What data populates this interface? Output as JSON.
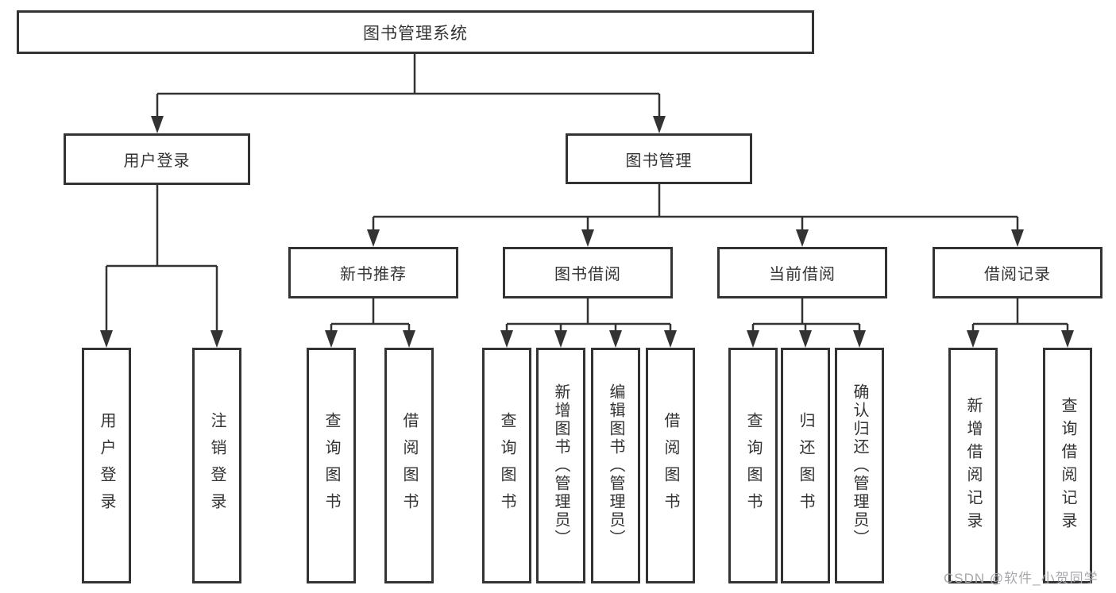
{
  "diagram": {
    "title": "图书管理系统",
    "root": {
      "label": "图书管理系统"
    },
    "level2": {
      "user_login": {
        "label": "用户登录"
      },
      "book_mgmt": {
        "label": "图书管理"
      }
    },
    "level3": {
      "new_book": {
        "label": "新书推荐"
      },
      "book_borrow": {
        "label": "图书借阅"
      },
      "current_borrow": {
        "label": "当前借阅"
      },
      "borrow_records": {
        "label": "借阅记录"
      }
    },
    "leaves": {
      "user_login": [
        "用户登录",
        "注销登录"
      ],
      "new_book": [
        "查询图书",
        "借阅图书"
      ],
      "book_borrow": [
        "查询图书",
        "新增图书（管理员）",
        "编辑图书（管理员）",
        "借阅图书"
      ],
      "current_borrow": [
        "查询图书",
        "归还图书",
        "确认归还（管理员）"
      ],
      "borrow_records": [
        "新增借阅记录",
        "查询借阅记录"
      ]
    }
  },
  "watermark": {
    "text": "CSDN @软件_小贺同学"
  },
  "colors": {
    "line": "#333333",
    "text": "#333333",
    "box_background": "#ffffff",
    "watermark": "#a8a8ad",
    "background": "#ffffff"
  }
}
